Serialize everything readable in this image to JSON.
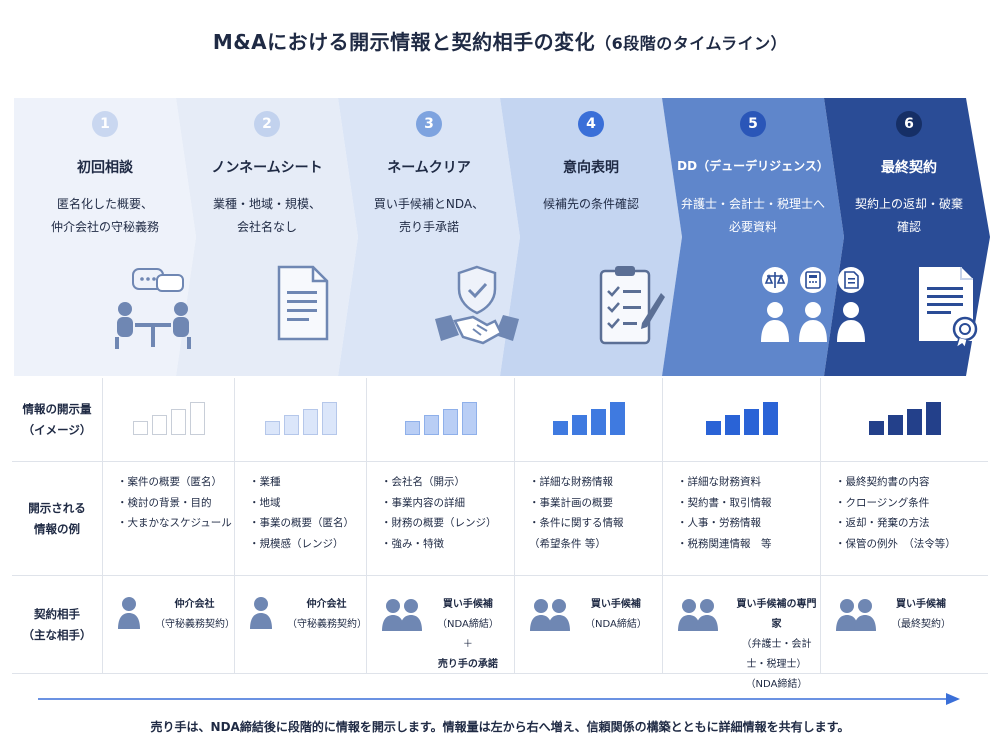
{
  "title": "M&Aにおける開示情報と契約相手の変化",
  "subtitle": "（6段階のタイムライン）",
  "stages": [
    {
      "num": "1",
      "name": "初回相談",
      "desc1": "匿名化した概要、",
      "desc2": "仲介会社の守秘義務",
      "icon": "meeting-icon",
      "fill": "#eef2fa"
    },
    {
      "num": "2",
      "name": "ノンネームシート",
      "desc1": "業種・地域・規模、",
      "desc2": "会社名なし",
      "icon": "document-icon",
      "fill": "#e6ecf7"
    },
    {
      "num": "3",
      "name": "ネームクリア",
      "desc1": "買い手候補とNDA、",
      "desc2": "売り手承諾",
      "icon": "handshake-shield-icon",
      "fill": "#dbe5f6"
    },
    {
      "num": "4",
      "name": "意向表明",
      "desc1": "候補先の条件確認",
      "desc2": "",
      "icon": "checklist-icon",
      "fill": "#c4d5f1"
    },
    {
      "num": "5",
      "name": "DD（デューデリジェンス）",
      "desc1": "弁護士・会計士・税理士へ",
      "desc2": "必要資料",
      "icon": "experts-icon",
      "fill": "#5f86cb"
    },
    {
      "num": "6",
      "name": "最終契約",
      "desc1": "契約上の返却・破棄",
      "desc2": "確認",
      "icon": "contract-icon",
      "fill": "#2a4c96"
    }
  ],
  "rows": {
    "disclosure_amount": {
      "label1": "情報の開示量",
      "label2": "（イメージ）",
      "levels": [
        1,
        2,
        3,
        4,
        5,
        6
      ]
    },
    "examples": {
      "label1": "開示される",
      "label2": "情報の例",
      "lists": [
        [
          "・案件の概要（匿名）",
          "・検討の背景・目的",
          "・大まかなスケジュール"
        ],
        [
          "・業種",
          "・地域",
          "・事業の概要（匿名）",
          "・規模感（レンジ）"
        ],
        [
          "・会社名（開示）",
          "・事業内容の詳細",
          "・財務の概要（レンジ）",
          "・強み・特徴"
        ],
        [
          "・詳細な財務情報",
          "・事業計画の概要",
          "・条件に関する情報",
          "（希望条件 等）"
        ],
        [
          "・詳細な財務資料",
          "・契約書・取引情報",
          "・人事・労務情報",
          "・税務関連情報　等"
        ],
        [
          "・最終契約書の内容",
          "・クロージング条件",
          "・返却・発棄の方法",
          "・保管の例外　（法令等）"
        ]
      ]
    },
    "counterparty": {
      "label1": "契約相手",
      "label2": "（主な相手）",
      "cells": [
        {
          "people": 1,
          "lines": [
            "仲介会社",
            "（守秘義務契約）"
          ]
        },
        {
          "people": 1,
          "lines": [
            "仲介会社",
            "（守秘義務契約）"
          ]
        },
        {
          "people": 2,
          "lines": [
            "買い手候補",
            "（NDA締結）",
            "＋",
            "売り手の承諾"
          ]
        },
        {
          "people": 2,
          "lines": [
            "買い手候補",
            "（NDA締結）"
          ]
        },
        {
          "people": 2,
          "lines": [
            "買い手候補の専門家",
            "（弁護士・会計士・税理士）",
            "（NDA締結）"
          ]
        },
        {
          "people": 2,
          "lines": [
            "買い手候補",
            "（最終契約）"
          ]
        }
      ]
    }
  },
  "footer": "売り手は、NDA締結後に段階的に情報を開示します。情報量は左から右へ増え、信頼関係の構築とともに詳細情報を共有します。",
  "colors": {
    "navy": "#1f2a44",
    "accent": "#3a6fd8",
    "icon": "#6f87b3",
    "dark": "#2a4c96"
  }
}
